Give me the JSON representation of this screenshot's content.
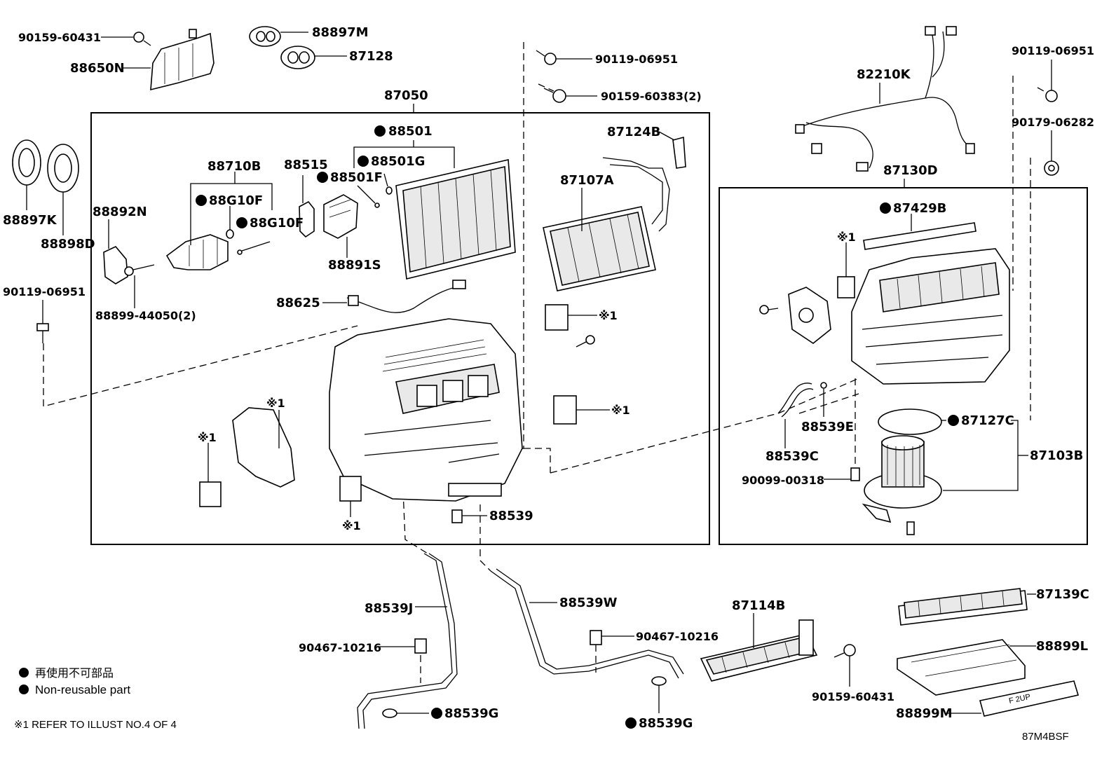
{
  "diagram_code": "87M4BSF",
  "legend": {
    "jp": "再使用不可部品",
    "en": "Non-reusable part",
    "refer_note": "※1 REFER TO ILLUST NO.4 OF 4"
  },
  "parts": {
    "p90159_60431_top": "90159-60431",
    "p88650N": "88650N",
    "p88897M": "88897M",
    "p87128": "87128",
    "p90119_06951_mid": "90119-06951",
    "p90159_60383": "90159-60383(2)",
    "p87050": "87050",
    "p88501": "88501",
    "p88501G": "88501G",
    "p88501F": "88501F",
    "p88515": "88515",
    "p88710B": "88710B",
    "p88G10F_a": "88G10F",
    "p88G10F_b": "88G10F",
    "p88891S": "88891S",
    "p88892N": "88892N",
    "p88897K": "88897K",
    "p88898D": "88898D",
    "p88899_44050": "88899-44050(2)",
    "p90119_06951_left": "90119-06951",
    "p88625": "88625",
    "p87124B": "87124B",
    "p87107A": "87107A",
    "p88539": "88539",
    "p82210K": "82210K",
    "p90119_06951_right": "90119-06951",
    "p90179_06282": "90179-06282",
    "p87130D": "87130D",
    "p87429B": "87429B",
    "p88539E": "88539E",
    "p88539C": "88539C",
    "p87127C": "87127C",
    "p87103B": "87103B",
    "p90099_00318": "90099-00318",
    "p88539J": "88539J",
    "p88539W": "88539W",
    "p90467_10216_a": "90467-10216",
    "p90467_10216_b": "90467-10216",
    "p88539G_a": "88539G",
    "p88539G_b": "88539G",
    "p87114B": "87114B",
    "p90159_60431_bot": "90159-60431",
    "p87139C": "87139C",
    "p88899L": "88899L",
    "p88899M": "88899M"
  },
  "ref_marks": {
    "r1": "※1",
    "r2": "※1",
    "r3": "※1",
    "r4": "※1",
    "r5": "※1",
    "r6": "※1",
    "r7": "※1"
  },
  "filter_tag": "F 2UP"
}
